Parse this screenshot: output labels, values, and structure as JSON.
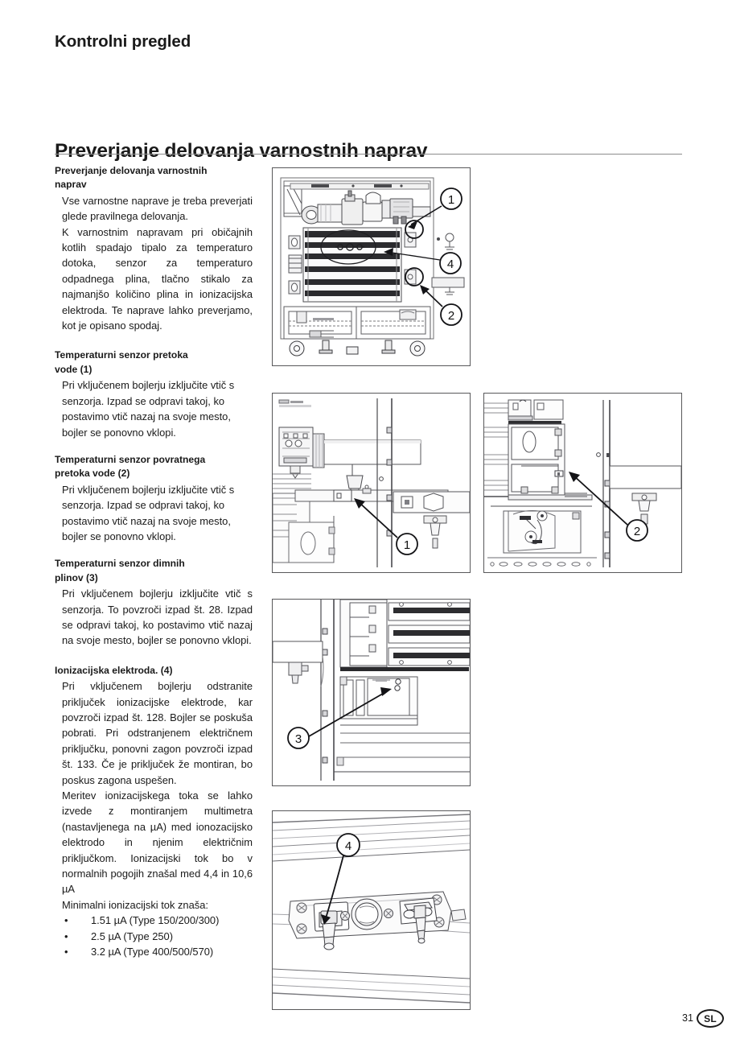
{
  "document": {
    "running_head": "Kontrolni pregled",
    "page_title": "Preverjanje delovanja varnostnih naprav",
    "page_number": "31",
    "language_badge": "SL"
  },
  "sections": [
    {
      "id": "intro",
      "heading_line1": "Preverjanje delovanja varnostnih",
      "heading_line2": "naprav",
      "paragraphs": [
        "Vse varnostne naprave je treba preverjati glede pravilnega delovanja.",
        "K varnostnim napravam pri običajnih kotlih spadajo tipalo za temperaturo dotoka, senzor za temperaturo odpadnega plina, tlačno stikalo za najmanjšo količino plina in ionizacijska elektroda. Te naprave lahko preverjamo, kot je opisano spodaj."
      ]
    },
    {
      "id": "flow-temp-sensor",
      "heading_line1": "Temperaturni senzor pretoka",
      "heading_line2": "vode (1)",
      "paragraphs": [
        "Pri vključenem bojlerju izključite vtič s senzorja. Izpad se odpravi takoj, ko postavimo vtič nazaj na svoje mesto, bojler se ponovno vklopi."
      ]
    },
    {
      "id": "return-temp-sensor",
      "heading_line1": "Temperaturni senzor povratnega",
      "heading_line2": "pretoka vode (2)",
      "paragraphs": [
        "Pri vključenem bojlerju izključite vtič s senzorja. Izpad se odpravi takoj, ko postavimo vtič nazaj na svoje mesto, bojler se ponovno vklopi."
      ]
    },
    {
      "id": "flue-gas-temp-sensor",
      "heading_line1": "Temperaturni senzor dimnih",
      "heading_line2": "plinov (3)",
      "paragraphs": [
        "Pri vključenem bojlerju izključite vtič s senzorja. To povzroči izpad št. 28. Izpad se odpravi takoj, ko postavimo vtič nazaj na svoje mesto, bojler se ponovno vklopi."
      ]
    },
    {
      "id": "ionization-electrode",
      "heading_line1": "Ionizacijska elektroda. (4)",
      "heading_line2": "",
      "paragraphs": [
        "Pri vključenem bojlerju odstranite priključek ionizacijske elektrode, kar povzroči izpad št. 128. Bojler se poskuša pobrati. Pri odstranjenem električnem priključku, ponovni zagon povzroči izpad št. 133. Če je priključek že montiran, bo poskus zagona uspešen.",
        "Meritev ionizacijskega toka se lahko izvede z montiranjem multimetra (nastavljenega na µA) med ionozacijsko elektrodo in njenim električnim priključkom. Ionizacijski tok bo v normalnih pogojih znašal med 4,4 in 10,6 µA",
        "Minimalni ionizacijski tok znaša:"
      ],
      "bullets": [
        {
          "dot": "•",
          "text": "1.51 µA  (Type 150/200/300)"
        },
        {
          "dot": "•",
          "text": "2.5 µA  (Type 250)"
        },
        {
          "dot": "•",
          "text": "3.2 µA  (Type 400/500/570)"
        }
      ]
    }
  ],
  "figures": [
    {
      "id": "fig-overview",
      "caption": "",
      "description": "Celoten pogled na kotel s kolesi in gorilnikom",
      "callouts": [
        "1",
        "4",
        "2"
      ]
    },
    {
      "id": "fig-flow",
      "caption": "",
      "description": "Temperaturni senzor pretoka vode",
      "callouts": [
        "1"
      ]
    },
    {
      "id": "fig-return",
      "caption": "",
      "description": "Temperaturni senzor povratnega pretoka vode",
      "callouts": [
        "2"
      ]
    },
    {
      "id": "fig-fluegas",
      "caption": "",
      "description": "Temperaturni senzor dimnih plinov",
      "callouts": [
        "3"
      ]
    },
    {
      "id": "fig-ioniz",
      "caption": "",
      "description": "Ionizacijska elektroda na gorilniški plošči",
      "callouts": [
        "4"
      ]
    }
  ],
  "colors": {
    "text": "#1a1a1a",
    "rule": "#8c8c8c",
    "figure_border": "#58585a",
    "line_dark": "#2b2b2b",
    "line_mid": "#7d7d80",
    "line_light": "#b6b6b8"
  }
}
